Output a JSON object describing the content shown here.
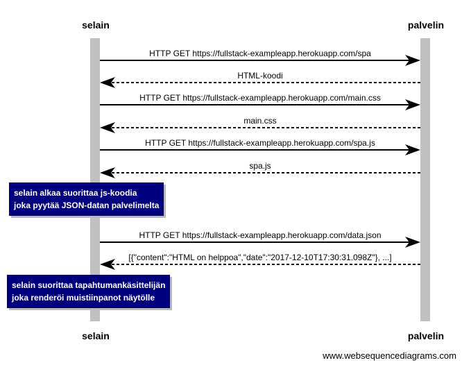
{
  "participants": {
    "left": "selain",
    "right": "palvelin"
  },
  "messages": [
    {
      "label": "HTTP GET https://fullstack-exampleapp.herokuapp.com/spa",
      "direction": "right",
      "style": "solid"
    },
    {
      "label": "HTML-koodi",
      "direction": "left",
      "style": "dashed"
    },
    {
      "label": "HTTP GET https://fullstack-exampleapp.herokuapp.com/main.css",
      "direction": "right",
      "style": "solid"
    },
    {
      "label": "main.css",
      "direction": "left",
      "style": "dashed"
    },
    {
      "label": "HTTP GET https://fullstack-exampleapp.herokuapp.com/spa.js",
      "direction": "right",
      "style": "solid"
    },
    {
      "label": "spa.js",
      "direction": "left",
      "style": "dashed"
    },
    {
      "label": "HTTP GET https://fullstack-exampleapp.herokuapp.com/data.json",
      "direction": "right",
      "style": "solid"
    },
    {
      "label": "[{\"content\":\"HTML on helppoa\",\"date\":\"2017-12-10T17:30:31.098Z\"}, ...]",
      "direction": "left",
      "style": "dashed"
    }
  ],
  "notes": [
    {
      "lines": [
        "selain alkaa suorittaa js-koodia",
        "joka pyytää JSON-datan palvelimelta"
      ]
    },
    {
      "lines": [
        "selain suorittaa tapahtumankäsittelijän",
        "joka renderöi muistiinpanot näytölle"
      ]
    }
  ],
  "colors": {
    "lifeline": "#c0c0c0",
    "note_bg": "#00007f",
    "note_text": "#ffffff",
    "arrow": "#000000"
  },
  "watermark": "www.websequencediagrams.com"
}
